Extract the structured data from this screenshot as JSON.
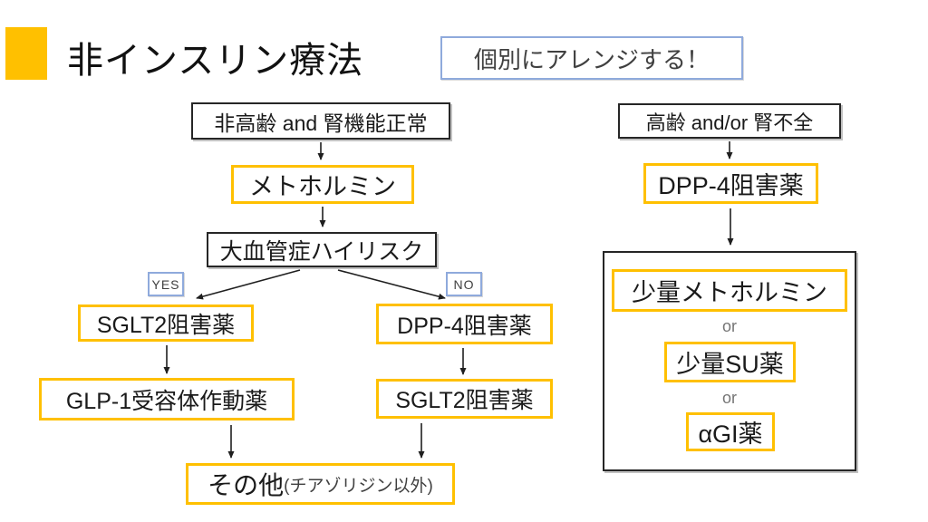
{
  "title": {
    "text": "非インスリン療法"
  },
  "note": {
    "text": "個別にアレンジする！"
  },
  "left_flow": {
    "condition_top": "非高齢 and 腎機能正常",
    "metformin": "メトホルミン",
    "risk": "大血管症ハイリスク",
    "yes_label": "YES",
    "no_label": "NO",
    "yes_branch": {
      "step1": "SGLT2阻害薬",
      "step2": "GLP-1受容体作動薬"
    },
    "no_branch": {
      "step1": "DPP-4阻害薬",
      "step2": "SGLT2阻害薬"
    },
    "other_main": "その他",
    "other_sub": "(チアゾリジン以外)"
  },
  "right_flow": {
    "condition": "高齢 and/or 腎不全",
    "first_choice": "DPP-4阻害薬",
    "or_label": "or",
    "options": {
      "opt1": "少量メトホルミン",
      "opt2": "少量SU薬",
      "opt3": "αGI薬"
    }
  },
  "colors": {
    "accent_orange": "#FFC000",
    "accent_blue": "#8FAADC",
    "border_dark": "#262626",
    "text_gray": "#757575"
  }
}
